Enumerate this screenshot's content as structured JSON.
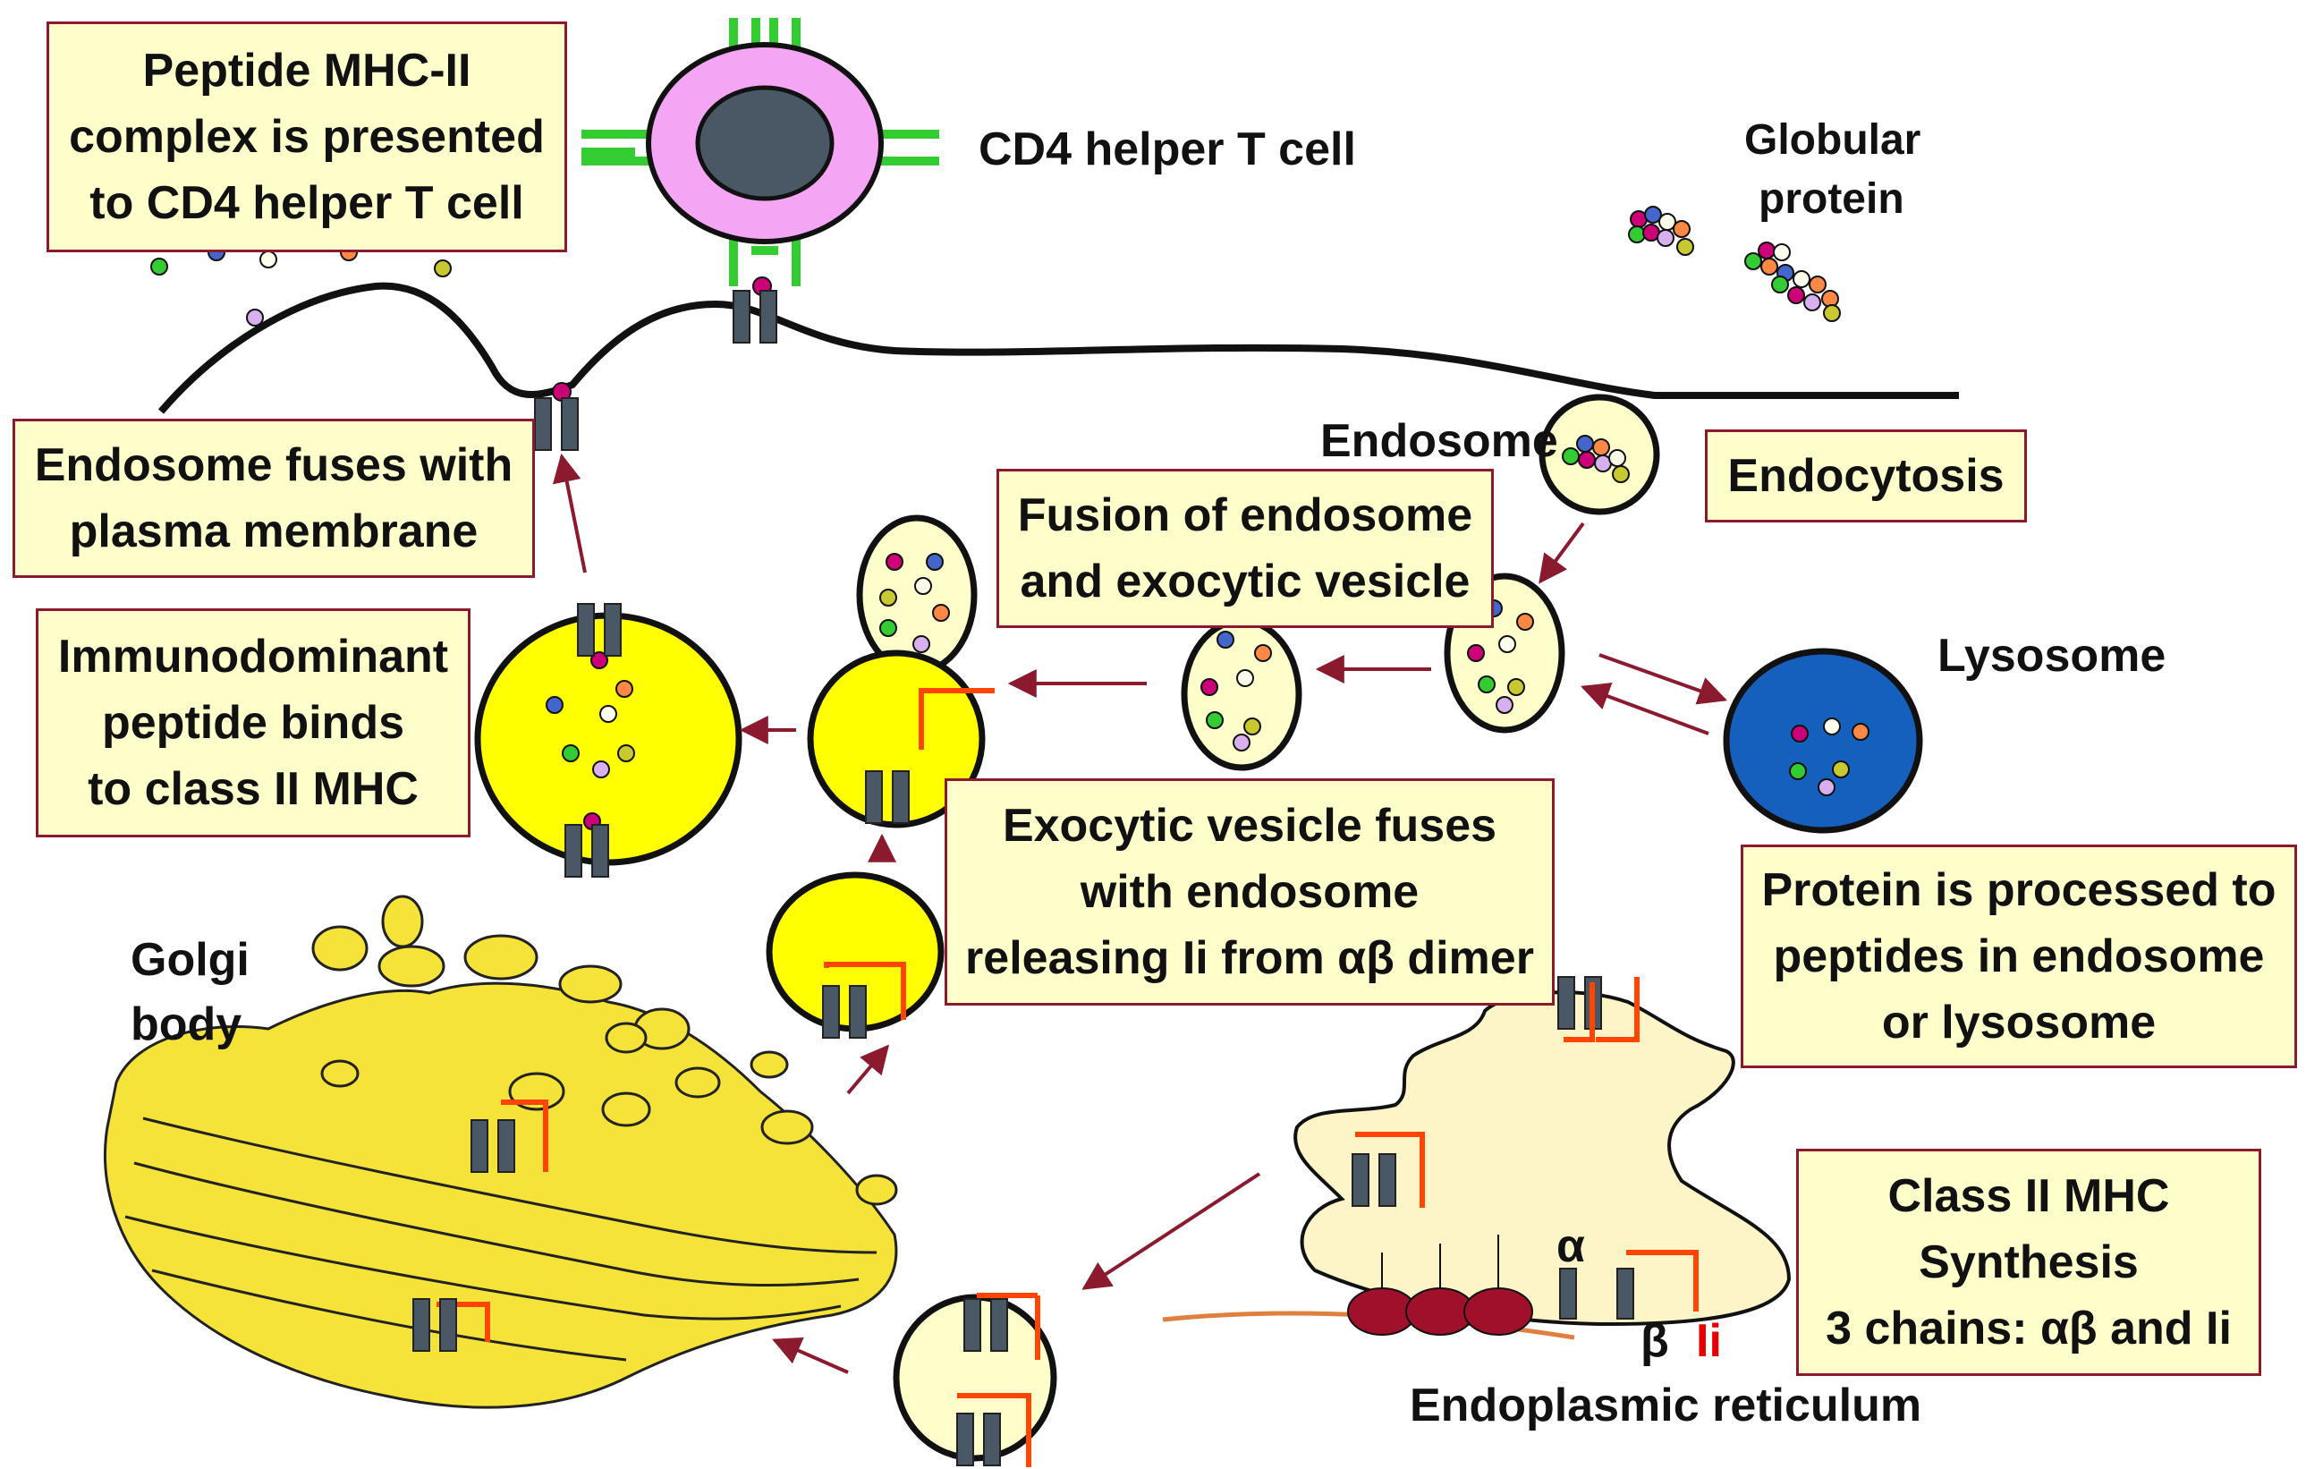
{
  "boxes": {
    "presented": [
      "Peptide MHC-II",
      "complex is presented",
      "to CD4 helper T cell"
    ],
    "fuses_membrane": [
      "Endosome fuses with",
      "plasma membrane"
    ],
    "immunodominant": [
      "Immunodominant",
      "peptide binds",
      "to class II MHC"
    ],
    "fusion": [
      "Fusion of endosome",
      "and exocytic vesicle"
    ],
    "endocytosis": [
      "Endocytosis"
    ],
    "exocytic": [
      "Exocytic vesicle fuses",
      "with endosome",
      "releasing Ii from αβ dimer"
    ],
    "processed": [
      "Protein is processed to",
      "peptides in endosome",
      "or lysosome"
    ],
    "synthesis": [
      "Class II MHC",
      "Synthesis",
      "3 chains: αβ and Ii"
    ]
  },
  "labels": {
    "cd4": "CD4 helper T cell",
    "globular_1": "Globular",
    "globular_2": "protein",
    "endosome": "Endosome",
    "lysosome": "Lysosome",
    "golgi_1": "Golgi",
    "golgi_2": "body",
    "alpha": "α",
    "beta": "β",
    "ii": "Ii",
    "er": "Endoplasmic reticulum"
  },
  "colors": {
    "box_fill": "#ffffcc",
    "box_border": "#8b1a2e",
    "arrow": "#8b1a2e",
    "vesicle_yellow": "#ffff00",
    "vesicle_pale": "#ffffcc",
    "golgi": "#f5e33a",
    "lysosome": "#1560bd",
    "tcell_ring": "#f4a6f4",
    "tcell_nucleus": "#4a5866",
    "receptor_green": "#33cc33",
    "mhc_gray": "#4a5866",
    "ii_orange": "#ff4500",
    "ribosome": "#a0102a",
    "er_fill": "#fdf5c8"
  }
}
